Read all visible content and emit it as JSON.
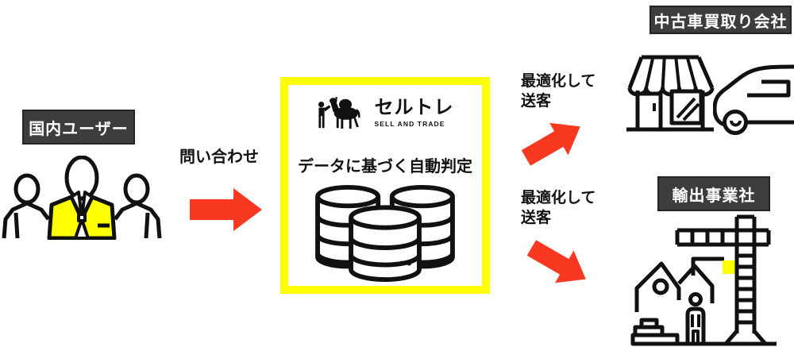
{
  "nodes": {
    "domestic_users": {
      "label": "国内ユーザー"
    },
    "used_car_buyer": {
      "label": "中古車買取り会社"
    },
    "exporter": {
      "label": "輸出事業社"
    }
  },
  "center_box": {
    "brand_name": "セルトレ",
    "brand_tagline": "SELL AND TRADE",
    "caption": "データに基づく自動判定"
  },
  "flows": {
    "inquiry": {
      "label": "問い合わせ"
    },
    "route_top": {
      "line1": "最適化して",
      "line2": "送客"
    },
    "route_bottom": {
      "line1": "最適化して",
      "line2": "送客"
    }
  },
  "icons": {
    "left_node": "people-group-icon",
    "center_logo": "camel-logo-icon",
    "center_body": "database-icon",
    "top_right_node": [
      "storefront-icon",
      "car-icon"
    ],
    "bottom_right_node": "construction-site-icon",
    "connectors": "red-arrow-icon"
  },
  "colors": {
    "arrow_red": "#F93822",
    "highlight_yellow": "#FFFF00",
    "label_bg": "#3D3D3D",
    "label_text": "#FFFFFF",
    "line_black": "#111111"
  }
}
